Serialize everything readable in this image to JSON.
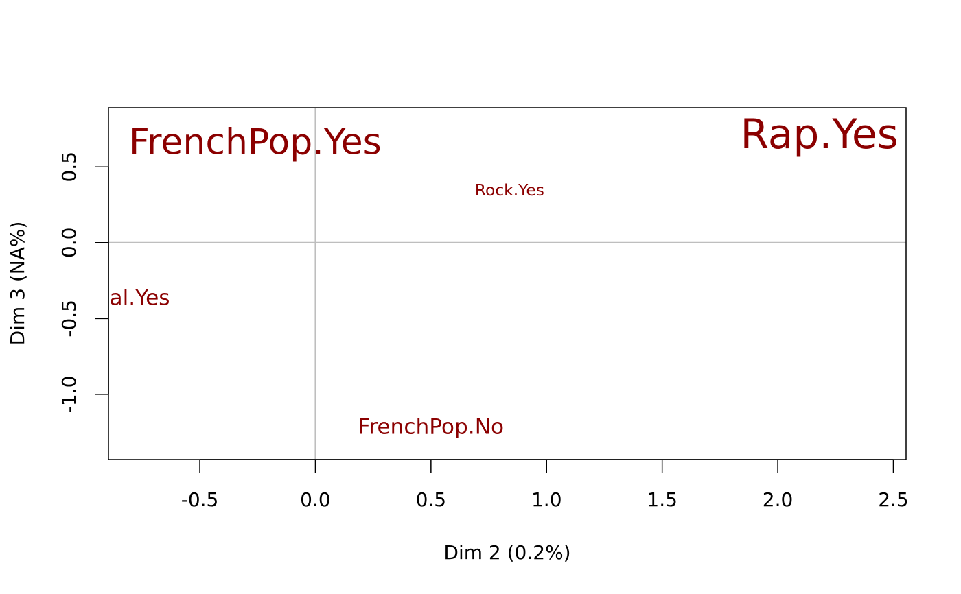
{
  "chart_data": {
    "type": "scatter",
    "title": "",
    "xlabel": "Dim 2 (0.2%)",
    "ylabel": "Dim 3 (NA%)",
    "xlim": [
      -0.895,
      2.555
    ],
    "ylim": [
      -1.43,
      0.89
    ],
    "xticks": [
      -0.5,
      0.0,
      0.5,
      1.0,
      1.5,
      2.0,
      2.5
    ],
    "xtick_labels": [
      "-0.5",
      "0.0",
      "0.5",
      "1.0",
      "1.5",
      "2.0",
      "2.5"
    ],
    "yticks": [
      -1.0,
      -0.5,
      0.0,
      0.5
    ],
    "ytick_labels": [
      "-1.0",
      "-0.5",
      "0.0",
      "0.5"
    ],
    "reference_lines": {
      "x": 0,
      "y": 0,
      "color": "#bebebe"
    },
    "grid": false,
    "label_color": "#8b0000",
    "points": [
      {
        "label": "FrenchPop.Yes",
        "x": -0.26,
        "y": 0.67,
        "size": 2.0
      },
      {
        "label": "Rap.Yes",
        "x": 2.18,
        "y": 0.72,
        "size": 2.3
      },
      {
        "label": "Rock.Yes",
        "x": 0.84,
        "y": 0.35,
        "size": 0.9
      },
      {
        "label": "Classical.Yes",
        "x": -0.92,
        "y": -0.36,
        "size": 1.2
      },
      {
        "label": "FrenchPop.No",
        "x": 0.5,
        "y": -1.21,
        "size": 1.2
      }
    ]
  }
}
